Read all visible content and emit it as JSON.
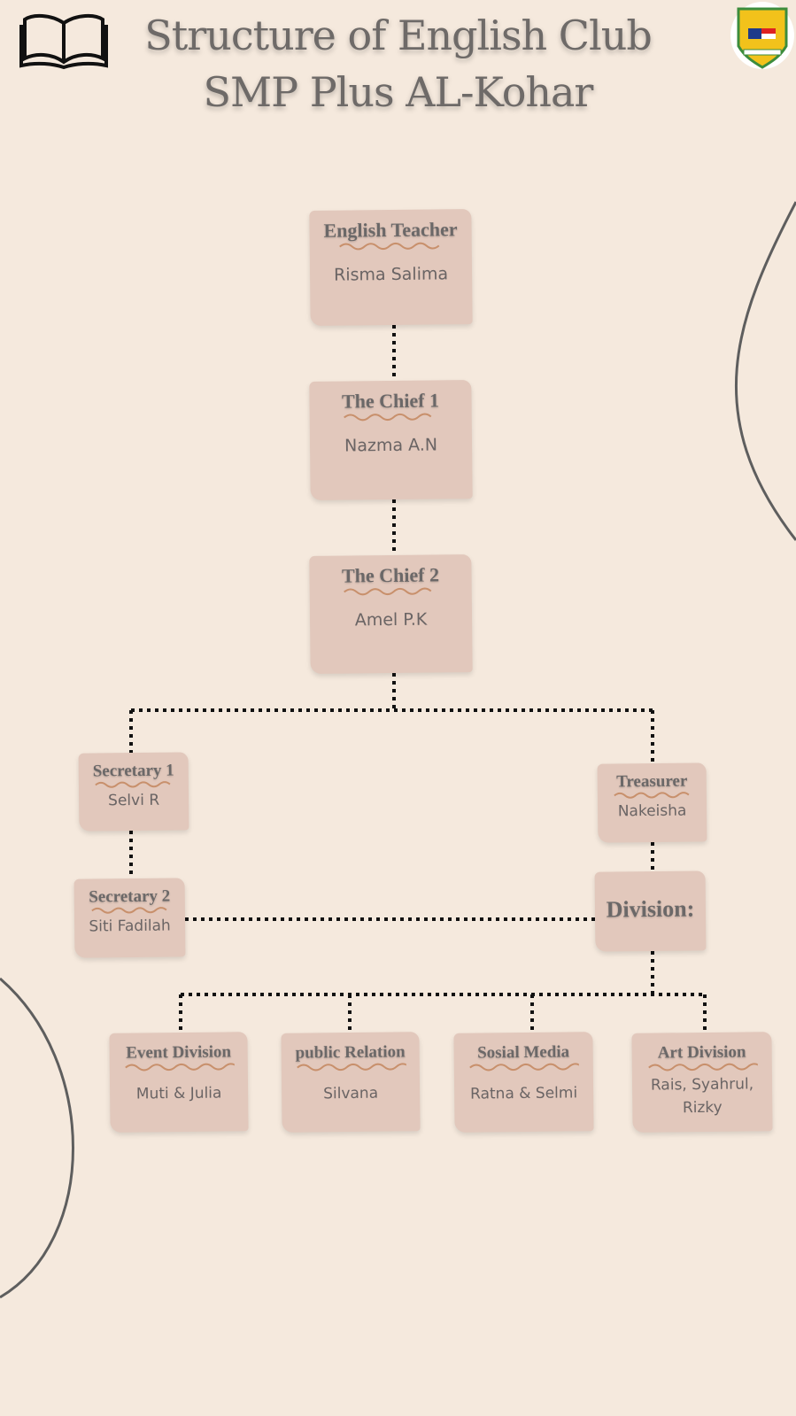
{
  "header": {
    "title_line1": "Structure of English Club",
    "title_line2": "SMP Plus AL-Kohar",
    "left_icon": "open-book-icon",
    "right_logo": "school-shield-logo"
  },
  "colors": {
    "background": "#f5e9dd",
    "card": "#e2c8bc",
    "wave": "#c8906c",
    "connector": "#111111",
    "text": "#6a6464"
  },
  "top": [
    {
      "role": "English Teacher",
      "name": "Risma Salima"
    },
    {
      "role": "The Chief  1",
      "name": "Nazma A.N"
    },
    {
      "role": "The Chief  2",
      "name": "Amel P.K"
    }
  ],
  "secretaries": [
    {
      "role": "Secretary 1",
      "name": "Selvi R"
    },
    {
      "role": "Secretary 2",
      "name": "Siti Fadilah"
    }
  ],
  "treasurer": {
    "role": "Treasurer",
    "name": "Nakeisha"
  },
  "division_label": "Division:",
  "divisions": [
    {
      "role": "Event Division",
      "name": "Muti & Julia"
    },
    {
      "role": "public Relation",
      "name": "Silvana"
    },
    {
      "role": "Sosial Media",
      "name": "Ratna & Selmi"
    },
    {
      "role": "Art Division",
      "name": "Rais, Syahrul, Rizky"
    }
  ]
}
